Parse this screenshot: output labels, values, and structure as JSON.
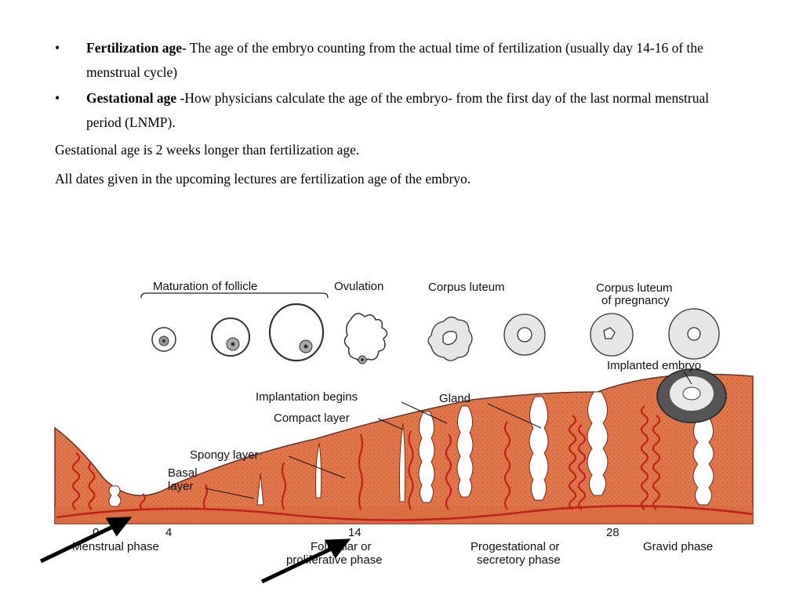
{
  "bullets": [
    {
      "term": "Fertilization age-",
      "text": " The age of the embryo counting from the actual time of fertilization (usually day 14-16 of the menstrual cycle)"
    },
    {
      "term": "Gestational age -",
      "text": "How physicians calculate the age of the embryo- from the first day of the last normal menstrual period (LNMP)."
    }
  ],
  "paragraphs": [
    "Gestational age is 2 weeks longer than fertilization age.",
    "All dates given in the upcoming lectures are fertilization age of the embryo."
  ],
  "figure": {
    "stages_top": {
      "maturation": "Maturation of follicle",
      "ovulation": "Ovulation",
      "corpus_luteum": "Corpus luteum",
      "corpus_luteum_pregnancy_1": "Corpus luteum",
      "corpus_luteum_pregnancy_2": "of pregnancy"
    },
    "labels": {
      "implanted_embryo": "Implanted embryo",
      "implantation_begins": "Implantation begins",
      "gland": "Gland",
      "compact_layer": "Compact layer",
      "spongy_layer": "Spongy layer",
      "basal_1": "Basal",
      "basal_2": "layer"
    },
    "days": {
      "d0": "0",
      "d4": "4",
      "d14": "14",
      "d28": "28"
    },
    "phases": {
      "menstrual": "Menstrual phase",
      "follicular_1": "Follicular or",
      "follicular_2": "proliferative phase",
      "progestational_1": "Progestational or",
      "progestational_2": "secretory phase",
      "gravid": "Gravid phase"
    },
    "colors": {
      "endometrium": "#e0764a",
      "vessel": "#c0211b",
      "arrow": "#000000"
    }
  }
}
